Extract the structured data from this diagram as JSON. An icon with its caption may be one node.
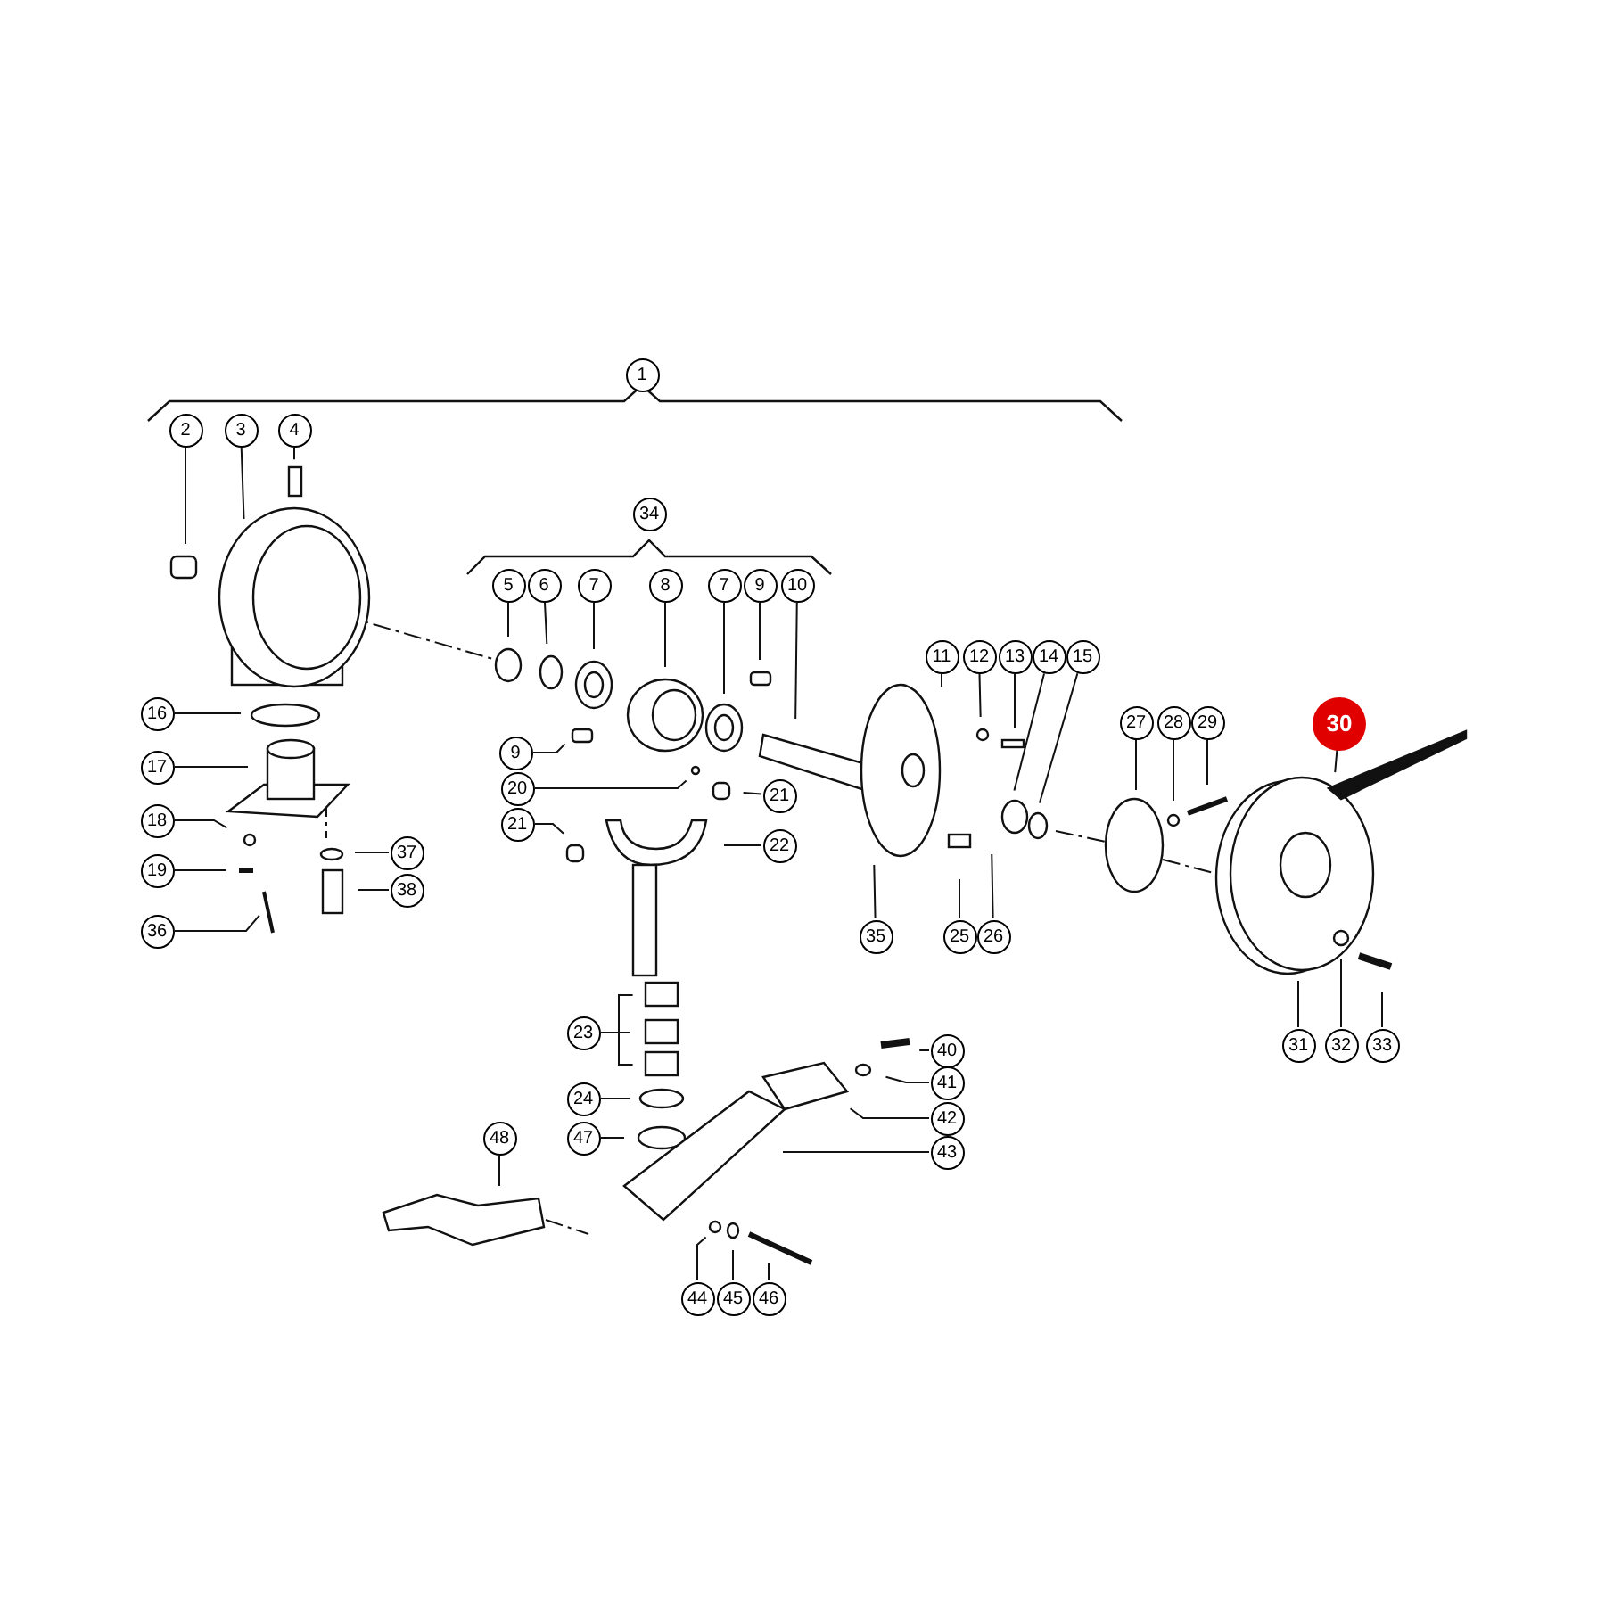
{
  "diagram": {
    "nodes": [
      {
        "text": [
          "1"
        ]
      },
      {
        "text": [
          "2"
        ]
      },
      {
        "text": [
          "3"
        ]
      },
      {
        "text": [
          "4"
        ]
      },
      {
        "text": [
          "34"
        ]
      },
      {
        "text": [
          "5"
        ]
      },
      {
        "text": [
          "6"
        ]
      },
      {
        "text": [
          "7"
        ]
      },
      {
        "text": [
          "8"
        ]
      },
      {
        "text": [
          "7"
        ]
      },
      {
        "text": [
          "9"
        ]
      },
      {
        "text": [
          "10"
        ]
      },
      {
        "text": [
          "11"
        ]
      },
      {
        "text": [
          "12"
        ]
      },
      {
        "text": [
          "13"
        ]
      },
      {
        "text": [
          "14"
        ]
      },
      {
        "text": [
          "15"
        ]
      },
      {
        "text": [
          "27"
        ]
      },
      {
        "text": [
          "28"
        ]
      },
      {
        "text": [
          "29"
        ]
      },
      {
        "text": [
          "30"
        ]
      },
      {
        "text": [
          "16"
        ]
      },
      {
        "text": [
          "9"
        ]
      },
      {
        "text": [
          "17"
        ]
      },
      {
        "text": [
          "20"
        ]
      },
      {
        "text": [
          "21"
        ]
      },
      {
        "text": [
          "18"
        ]
      },
      {
        "text": [
          "21"
        ]
      },
      {
        "text": [
          "22"
        ]
      },
      {
        "text": [
          "37"
        ]
      },
      {
        "text": [
          "19"
        ]
      },
      {
        "text": [
          "38"
        ]
      },
      {
        "text": [
          "36"
        ]
      },
      {
        "text": [
          "35"
        ]
      },
      {
        "text": [
          "25"
        ]
      },
      {
        "text": [
          "26"
        ]
      },
      {
        "text": [
          "23"
        ]
      },
      {
        "text": [
          "31"
        ]
      },
      {
        "text": [
          "32"
        ]
      },
      {
        "text": [
          "33"
        ]
      },
      {
        "text": [
          "40"
        ]
      },
      {
        "text": [
          "41"
        ]
      },
      {
        "text": [
          "24"
        ]
      },
      {
        "text": [
          "42"
        ]
      },
      {
        "text": [
          "47"
        ]
      },
      {
        "text": [
          "43"
        ]
      },
      {
        "text": [
          "48"
        ]
      },
      {
        "text": [
          "44"
        ]
      },
      {
        "text": [
          "45"
        ]
      },
      {
        "text": [
          "46"
        ]
      }
    ],
    "edges": [
      {
        "from": 1,
        "to": null,
        "arrow": "none"
      },
      {
        "from": 2,
        "to": null,
        "arrow": "none"
      },
      {
        "from": 3,
        "to": null,
        "arrow": "none"
      },
      {
        "from": 5,
        "to": null,
        "arrow": "none"
      },
      {
        "from": 6,
        "to": null,
        "arrow": "none"
      },
      {
        "from": 7,
        "to": null,
        "arrow": "none"
      },
      {
        "from": 8,
        "to": null,
        "arrow": "none"
      },
      {
        "from": 9,
        "to": null,
        "arrow": "none"
      },
      {
        "from": 10,
        "to": null,
        "arrow": "none"
      },
      {
        "from": 11,
        "to": null,
        "arrow": "none"
      },
      {
        "from": 12,
        "to": null,
        "arrow": "none"
      },
      {
        "from": 13,
        "to": null,
        "arrow": "none"
      },
      {
        "from": 14,
        "to": null,
        "arrow": "none"
      },
      {
        "from": 15,
        "to": null,
        "arrow": "none"
      },
      {
        "from": 16,
        "to": null,
        "arrow": "none"
      },
      {
        "from": 17,
        "to": null,
        "arrow": "none"
      },
      {
        "from": 18,
        "to": null,
        "arrow": "none"
      },
      {
        "from": 19,
        "to": null,
        "arrow": "none"
      },
      {
        "from": 20,
        "to": null,
        "arrow": "none"
      },
      {
        "from": 21,
        "to": null,
        "arrow": "none"
      },
      {
        "from": 22,
        "to": null,
        "arrow": "none"
      },
      {
        "from": 23,
        "to": null,
        "arrow": "none"
      },
      {
        "from": 24,
        "to": null,
        "arrow": "none"
      },
      {
        "from": 25,
        "to": null,
        "arrow": "none"
      },
      {
        "from": 26,
        "to": null,
        "arrow": "none"
      },
      {
        "from": 27,
        "to": null,
        "arrow": "none"
      },
      {
        "from": 28,
        "to": null,
        "arrow": "none"
      },
      {
        "from": 29,
        "to": null,
        "arrow": "none"
      },
      {
        "from": 30,
        "to": null,
        "arrow": "none"
      },
      {
        "from": 31,
        "to": null,
        "arrow": "none"
      },
      {
        "from": 32,
        "to": null,
        "arrow": "none"
      },
      {
        "from": 33,
        "to": null,
        "arrow": "none"
      },
      {
        "from": 34,
        "to": null,
        "arrow": "none"
      },
      {
        "from": 35,
        "to": null,
        "arrow": "none"
      },
      {
        "from": 36,
        "to": null,
        "arrow": "none"
      },
      {
        "from": 36,
        "to": null,
        "arrow": "none"
      },
      {
        "from": 36,
        "to": null,
        "arrow": "none"
      },
      {
        "from": 37,
        "to": null,
        "arrow": "none"
      },
      {
        "from": 38,
        "to": null,
        "arrow": "none"
      },
      {
        "from": 39,
        "to": null,
        "arrow": "none"
      },
      {
        "from": 40,
        "to": null,
        "arrow": "none"
      },
      {
        "from": 41,
        "to": null,
        "arrow": "none"
      },
      {
        "from": 42,
        "to": null,
        "arrow": "none"
      },
      {
        "from": 43,
        "to": null,
        "arrow": "none"
      },
      {
        "from": 44,
        "to": null,
        "arrow": "none"
      },
      {
        "from": 45,
        "to": null,
        "arrow": "none"
      },
      {
        "from": 46,
        "to": null,
        "arrow": "none"
      },
      {
        "from": 47,
        "to": null,
        "arrow": "none"
      },
      {
        "from": 48,
        "to": null,
        "arrow": "none"
      },
      {
        "from": 49,
        "to": null,
        "arrow": "none"
      }
    ]
  }
}
